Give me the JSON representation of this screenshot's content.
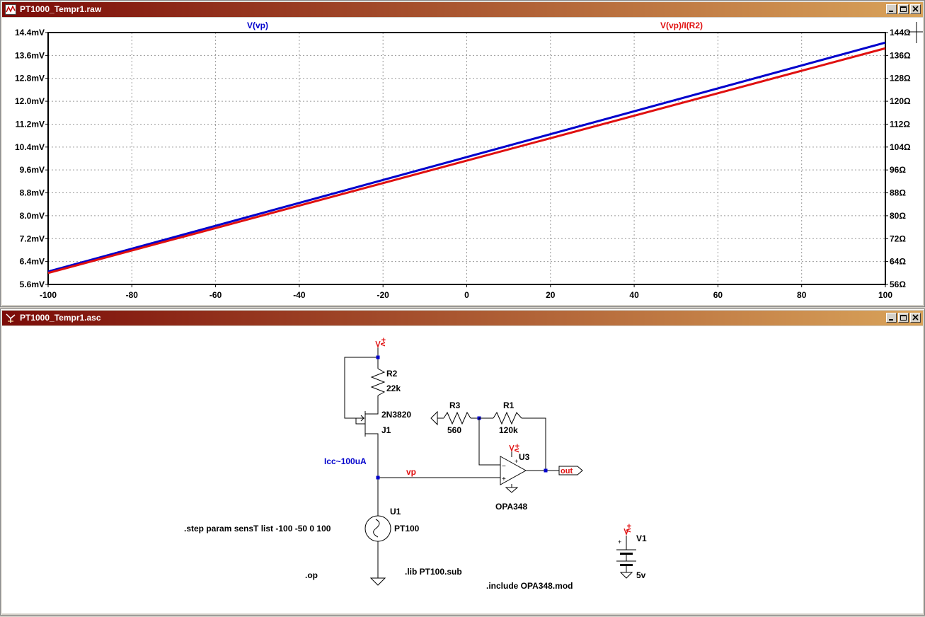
{
  "waveform": {
    "title": "PT1000_Tempr1.raw",
    "trace_left_label": "V(vp)",
    "trace_right_label": "V(vp)/I(R2)",
    "y_left_ticks": [
      "14.4mV",
      "13.6mV",
      "12.8mV",
      "12.0mV",
      "11.2mV",
      "10.4mV",
      "9.6mV",
      "8.8mV",
      "8.0mV",
      "7.2mV",
      "6.4mV",
      "5.6mV"
    ],
    "y_right_ticks": [
      "144Ω",
      "136Ω",
      "128Ω",
      "120Ω",
      "112Ω",
      "104Ω",
      "96Ω",
      "88Ω",
      "80Ω",
      "72Ω",
      "64Ω",
      "56Ω"
    ],
    "x_ticks": [
      "-100",
      "-80",
      "-60",
      "-40",
      "-20",
      "0",
      "20",
      "40",
      "60",
      "80",
      "100"
    ]
  },
  "chart_data": {
    "type": "line",
    "x": [
      -100,
      100
    ],
    "xlim": [
      -100,
      100
    ],
    "ylim": [
      5.6,
      14.4
    ],
    "y2lim": [
      56,
      144
    ],
    "grid": true,
    "series": [
      {
        "name": "V(vp)",
        "axis": "left",
        "unit": "mV",
        "color": "#0000cc",
        "x": [
          -100,
          100
        ],
        "values": [
          6.05,
          14.05
        ]
      },
      {
        "name": "V(vp)/I(R2)",
        "axis": "right",
        "unit": "Ω",
        "color": "#e01010",
        "x": [
          -100,
          100
        ],
        "values": [
          60.0,
          138.5
        ]
      }
    ]
  },
  "schematic": {
    "title": "PT1000_Tempr1.asc",
    "labels": {
      "r2_name": "R2",
      "r2_value": "22k",
      "j1_model": "2N3820",
      "j1_name": "J1",
      "r3_name": "R3",
      "r3_value": "560",
      "r1_name": "R1",
      "r1_value": "120k",
      "u3_name": "U3",
      "u3_model": "OPA348",
      "u1_name": "U1",
      "u1_model": "PT100",
      "v1_name": "V1",
      "v1_value": "5v",
      "vplus": "+v",
      "icc_note": "Icc~100uA",
      "net_vp": "vp",
      "out_port": "out",
      "step_directive": ".step param sensT list -100 -50 0 100",
      "op_directive": ".op",
      "lib_directive": ".lib PT100.sub",
      "include_directive": ".include OPA348.mod"
    }
  }
}
